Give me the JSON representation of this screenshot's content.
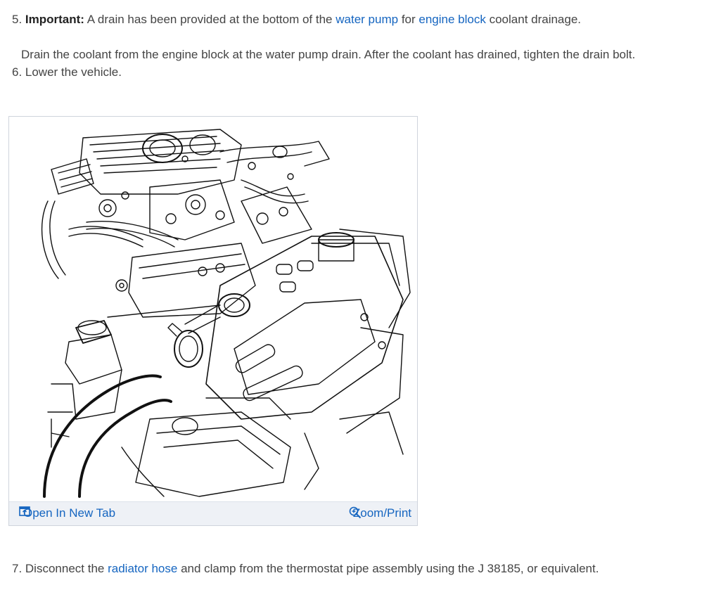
{
  "step5": {
    "number": "5.",
    "important_label": "Important:",
    "text_1": "A drain has been provided at the bottom of the",
    "link_water_pump": "water pump",
    "text_2": "for",
    "link_engine_block": "engine block",
    "text_3": "coolant drainage."
  },
  "step5_detail": "Drain the coolant from the engine block at the water pump drain. After the coolant has drained, tighten the drain bolt.",
  "step6": "6. Lower the vehicle.",
  "figure": {
    "open_tab_label": "Open In New Tab",
    "zoom_print_label": "Zoom/Print",
    "open_tab_icon": "open-new-tab-icon",
    "zoom_icon": "zoom-in-icon"
  },
  "step7": {
    "text_1": "7. Disconnect the",
    "link_radiator_hose": "radiator hose",
    "text_2": "and clamp from the thermostat pipe assembly using the J 38185, or equivalent."
  },
  "colors": {
    "link": "#1565c0",
    "text": "#444444",
    "figure_border": "#cfd4dc",
    "footer_bg": "#eef1f6"
  }
}
